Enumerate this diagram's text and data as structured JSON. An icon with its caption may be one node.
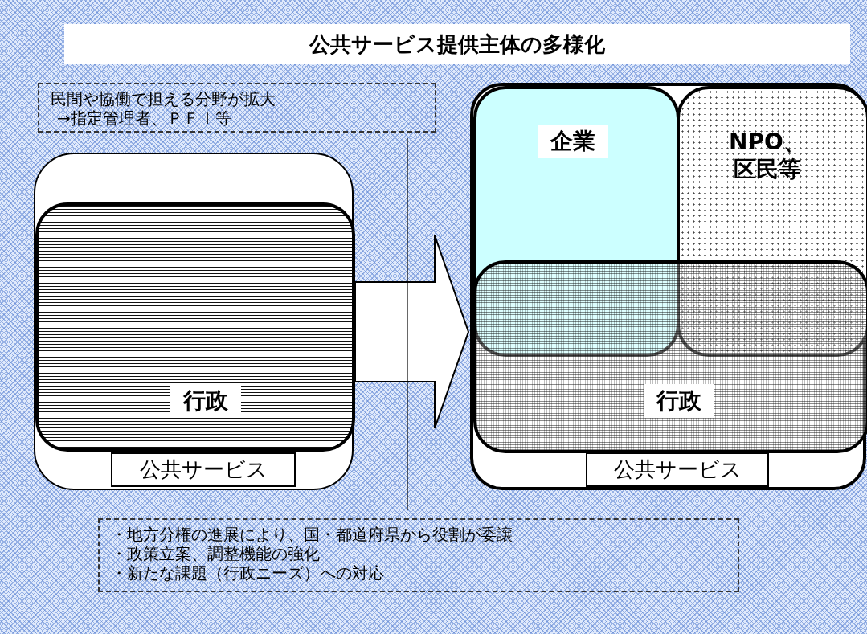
{
  "diagram": {
    "title": "公共サービス提供主体の多様化",
    "nodes": [
      {
        "text": [
          "公共サービス"
        ]
      },
      {
        "text": [
          "行政"
        ],
        "in": 0
      },
      {
        "text": [
          "公共サービス"
        ]
      },
      {
        "text": [
          "企業"
        ],
        "in": 2
      },
      {
        "text": [
          "NPO、区民等"
        ],
        "in": 2
      },
      {
        "text": [
          "行政"
        ],
        "in": 2
      },
      {
        "text": [
          "民間や協働で担える分野が拡大",
          "→指定管理者、ＰＦＩ等"
        ]
      },
      {
        "text": [
          "・地方分権の進展により、国・都道府県から役割が委譲",
          "・政策立案、調整機能の強化",
          "・新たな課題（行政ニーズ）への対応"
        ]
      }
    ],
    "edges": [
      {
        "from": 0,
        "to": 2,
        "arrow": "to",
        "style": "thick"
      }
    ]
  }
}
